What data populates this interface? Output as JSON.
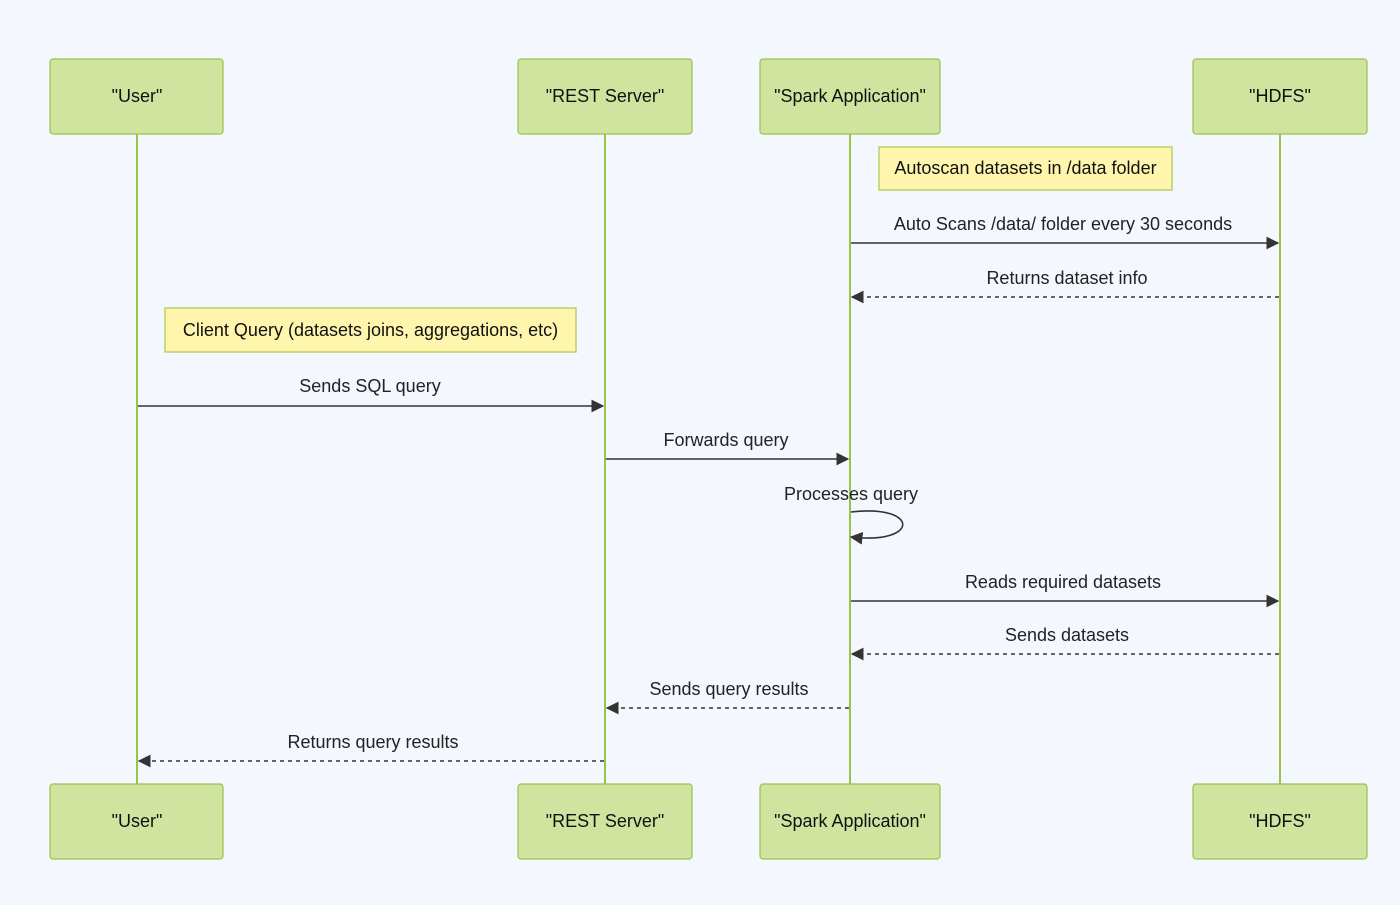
{
  "diagram": {
    "participants": [
      {
        "id": "user",
        "label": "\"User\""
      },
      {
        "id": "rest",
        "label": "\"REST Server\""
      },
      {
        "id": "spark",
        "label": "\"Spark Application\""
      },
      {
        "id": "hdfs",
        "label": "\"HDFS\""
      }
    ],
    "notes": [
      {
        "text": "Autoscan datasets in /data folder",
        "over": "spark"
      },
      {
        "text": "Client Query (datasets joins, aggregations, etc)",
        "over": "user"
      }
    ],
    "messages": [
      {
        "from": "spark",
        "to": "hdfs",
        "text": "Auto Scans /data/ folder every 30 seconds",
        "style": "solid"
      },
      {
        "from": "hdfs",
        "to": "spark",
        "text": "Returns dataset info",
        "style": "dashed"
      },
      {
        "from": "user",
        "to": "rest",
        "text": "Sends SQL query",
        "style": "solid"
      },
      {
        "from": "rest",
        "to": "spark",
        "text": "Forwards query",
        "style": "solid"
      },
      {
        "from": "spark",
        "to": "spark",
        "text": "Processes query",
        "style": "solid"
      },
      {
        "from": "spark",
        "to": "hdfs",
        "text": "Reads required datasets",
        "style": "solid"
      },
      {
        "from": "hdfs",
        "to": "spark",
        "text": "Sends datasets",
        "style": "dashed"
      },
      {
        "from": "spark",
        "to": "rest",
        "text": "Sends query results",
        "style": "dashed"
      },
      {
        "from": "rest",
        "to": "user",
        "text": "Returns query results",
        "style": "dashed"
      }
    ],
    "colors": {
      "background": "#f4f8fe",
      "actor_fill": "#d0e4a0",
      "actor_border": "#98c44a",
      "lifeline": "#98c44a",
      "note_fill": "#fff5ad",
      "note_border": "#a6c94f",
      "message_line": "#333333"
    }
  }
}
